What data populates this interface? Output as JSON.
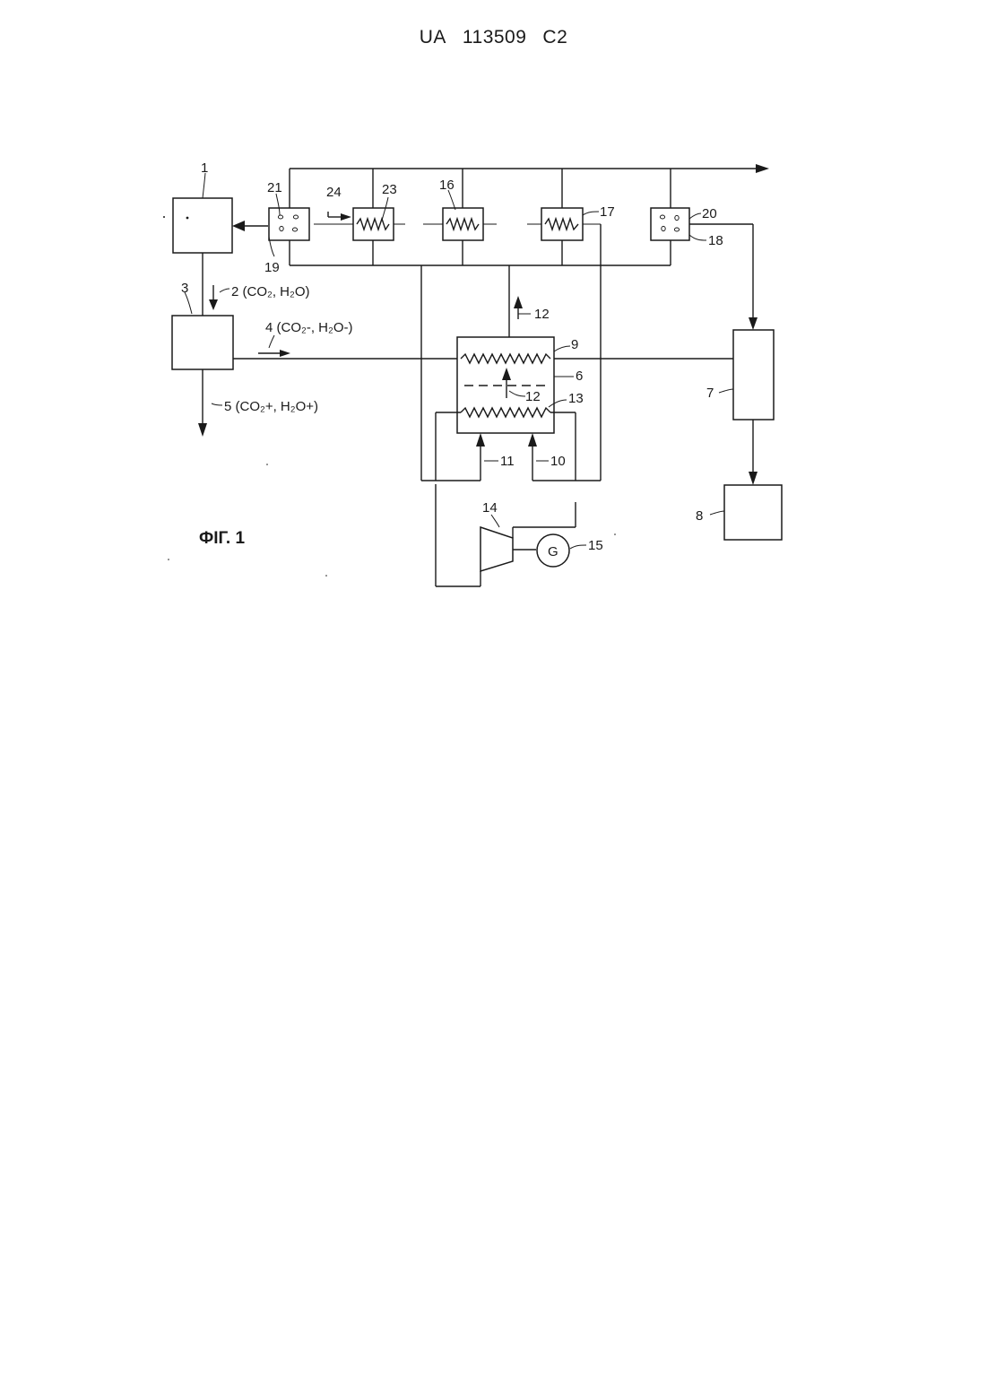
{
  "header": {
    "country": "UA",
    "number": "113509",
    "kind": "C2"
  },
  "figure": {
    "caption": "ФІГ. 1"
  },
  "labels": {
    "n1": "1",
    "n3": "3",
    "n6": "6",
    "n7": "7",
    "n8": "8",
    "n9": "9",
    "n10": "10",
    "n11": "11",
    "n12_top": "12",
    "n12_mid": "12",
    "n13": "13",
    "n14": "14",
    "n15": "15",
    "n16": "16",
    "n17": "17",
    "n18": "18",
    "n19": "19",
    "n20": "20",
    "n21": "21",
    "n23": "23",
    "n24": "24",
    "stream2": "2 (CO₂, H₂O)",
    "stream4": "4 (CO₂-, H₂O-)",
    "stream5": "5 (CO₂+, H₂O+)",
    "generator": "G"
  }
}
